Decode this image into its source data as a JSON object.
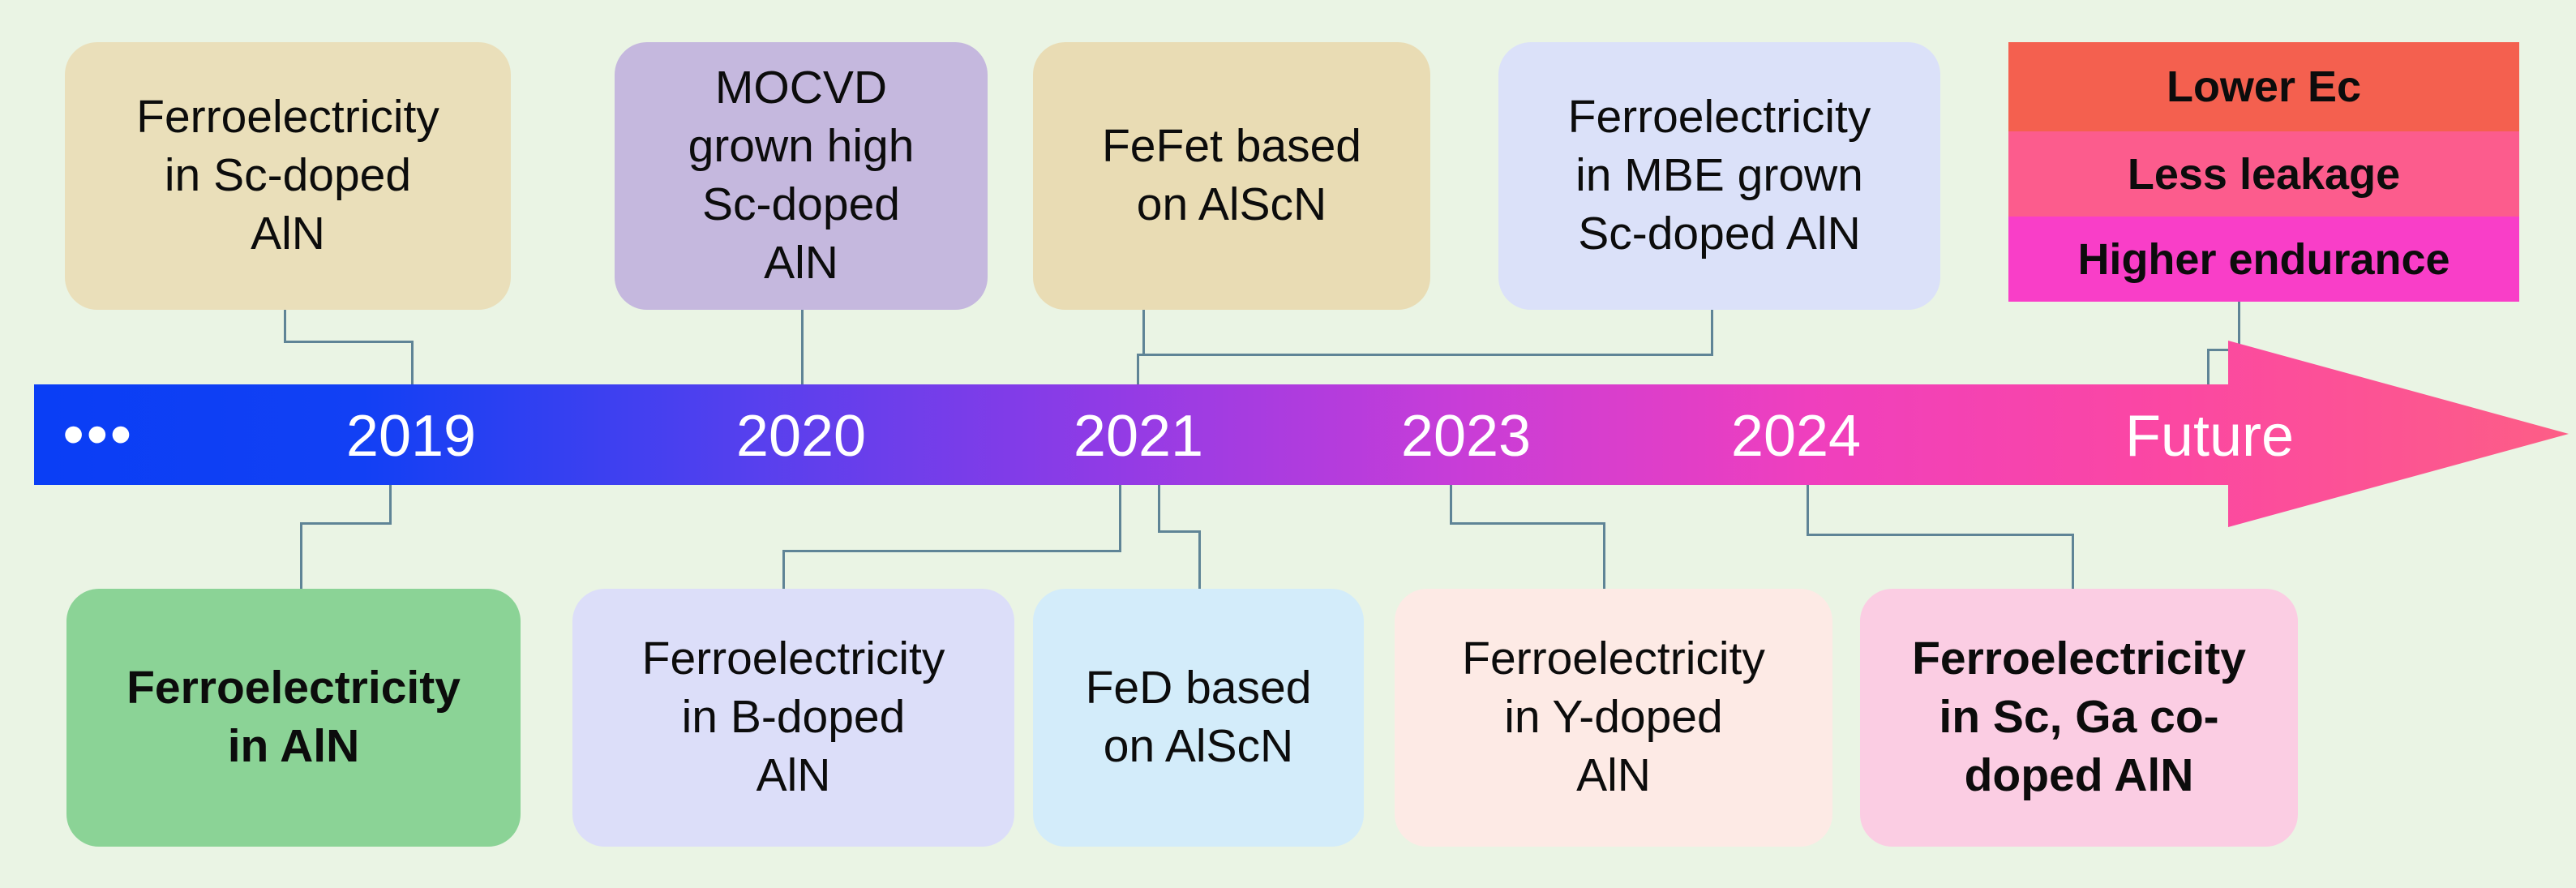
{
  "background_color": "#eaf4e4",
  "timeline": {
    "name": "ferroelectric-aln-research-timeline",
    "bar": {
      "gradient_start": "#0a4df0",
      "gradient_mid": "#a03ce0",
      "gradient_end": "#ff5d86",
      "arrow_head_color": "#fd5e86"
    },
    "leading_ellipsis": "•••",
    "ticks": [
      {
        "label": "2019"
      },
      {
        "label": "2020"
      },
      {
        "label": "2021"
      },
      {
        "label": "2023"
      },
      {
        "label": "2024"
      },
      {
        "label": "Future"
      }
    ]
  },
  "top_cards": [
    {
      "name": "ferroelectricity-in-sc-doped-aln",
      "text": "Ferroelectricity\nin Sc-doped\nAlN",
      "color": "#eadfba",
      "tick": "2019"
    },
    {
      "name": "mocvd-grown-high-sc-doped-aln",
      "text": "MOCVD\ngrown high\nSc-doped\nAlN",
      "color": "#c5b8de",
      "tick": "2020"
    },
    {
      "name": "fefet-based-on-alscn",
      "text": "FeFet based\non AlScN",
      "color": "#e9dcb4",
      "tick": "2021"
    },
    {
      "name": "ferroelectricity-in-mbe-grown-sc-doped-aln",
      "text": "Ferroelectricity\nin MBE grown\nSc-doped AlN",
      "color": "#dbe1f9",
      "tick": "2021"
    }
  ],
  "future_card": {
    "name": "future-outlook-card",
    "bands": [
      {
        "name": "lower-ec-band",
        "text": "Lower Ec",
        "color": "#f4604f"
      },
      {
        "name": "less-leakage-band",
        "text": "Less leakage",
        "color": "#fc5c8d"
      },
      {
        "name": "higher-endurance-band",
        "text": "Higher endurance",
        "color": "#f93ec8"
      }
    ]
  },
  "bottom_cards": [
    {
      "name": "ferroelectricity-in-aln",
      "text": "Ferroelectricity\nin AlN",
      "color": "#8bd396",
      "bold": true,
      "tick": "2019"
    },
    {
      "name": "ferroelectricity-in-b-doped-aln",
      "text": "Ferroelectricity\nin B-doped\nAlN",
      "color": "#dcdef9",
      "bold": false,
      "tick": "2021"
    },
    {
      "name": "fed-based-on-alscn",
      "text": "FeD based\non AlScN",
      "color": "#d3ecfa",
      "bold": false,
      "tick": "2021"
    },
    {
      "name": "ferroelectricity-in-y-doped-aln",
      "text": "Ferroelectricity\nin Y-doped\nAlN",
      "color": "#fdeae5",
      "bold": false,
      "tick": "2023"
    },
    {
      "name": "ferroelectricity-in-sc-ga-co-doped-aln",
      "text": "Ferroelectricity\nin Sc, Ga co-\ndoped AlN",
      "color": "#fbcde3",
      "bold": true,
      "tick": "2024"
    }
  ]
}
